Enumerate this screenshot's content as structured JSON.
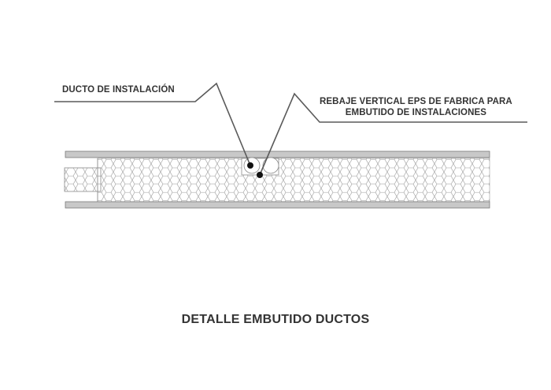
{
  "labels": {
    "ducto": "DUCTO DE INSTALACIÓN",
    "rebaje_line1": "REBAJE VERTICAL EPS DE FABRICA PARA",
    "rebaje_line2": "EMBUTIDO DE INSTALACIONES"
  },
  "title": "DETALLE EMBUTIDO DUCTOS",
  "colors": {
    "line": "#5a5a5a",
    "panel_sheet": "#c8c8c8",
    "panel_sheet_edge": "#7a7a7a",
    "hex_pattern": "#9a9a9a",
    "text": "#333333"
  }
}
